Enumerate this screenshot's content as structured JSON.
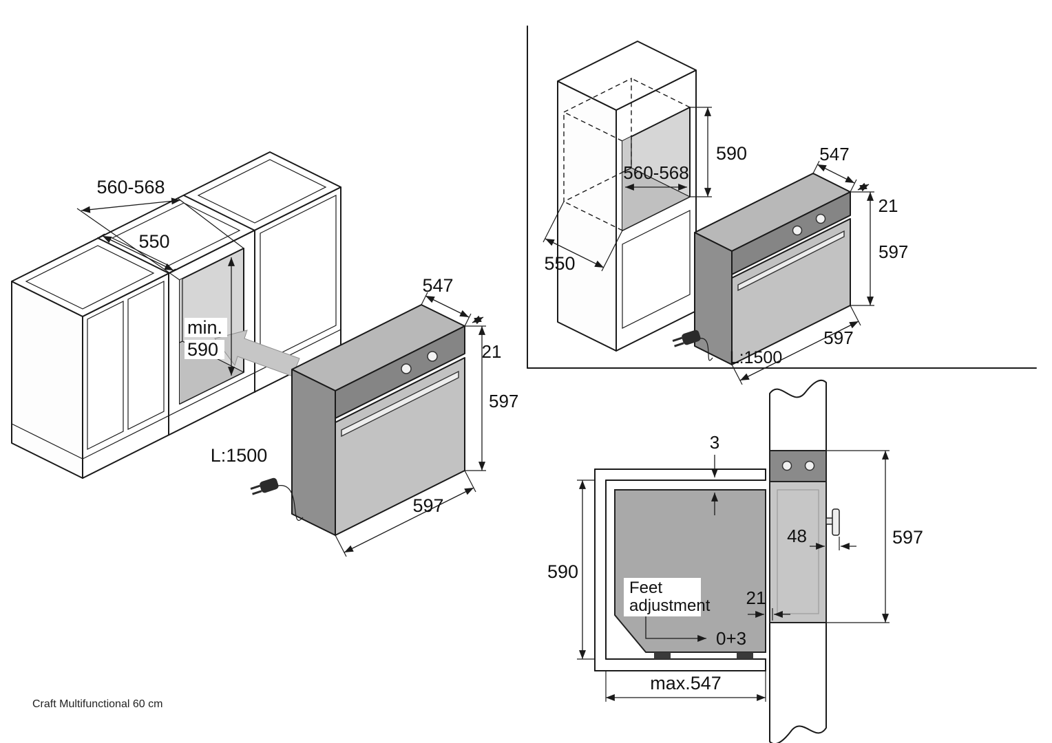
{
  "caption": "Craft Multifunctional 60 cm",
  "base_view": {
    "opening_width": "560-568",
    "top_depth": "550",
    "min_height_word": "min.",
    "min_height_value": "590",
    "oven_depth": "547",
    "frame_overlap": "21",
    "oven_height": "597",
    "oven_width": "597",
    "cable": "L:1500"
  },
  "column_view": {
    "opening_width": "560-568",
    "niche_height": "590",
    "niche_depth": "550",
    "oven_depth": "547",
    "frame_overlap": "21",
    "oven_height": "597",
    "oven_width": "597",
    "cable": "L:1500"
  },
  "section_view": {
    "top_gap": "3",
    "handle_depth": "48",
    "niche_height": "590",
    "front_height": "597",
    "frame_overlap": "21",
    "feet_word1": "Feet",
    "feet_word2": "adjustment",
    "feet_range": "0+3",
    "max_depth": "max.547"
  }
}
